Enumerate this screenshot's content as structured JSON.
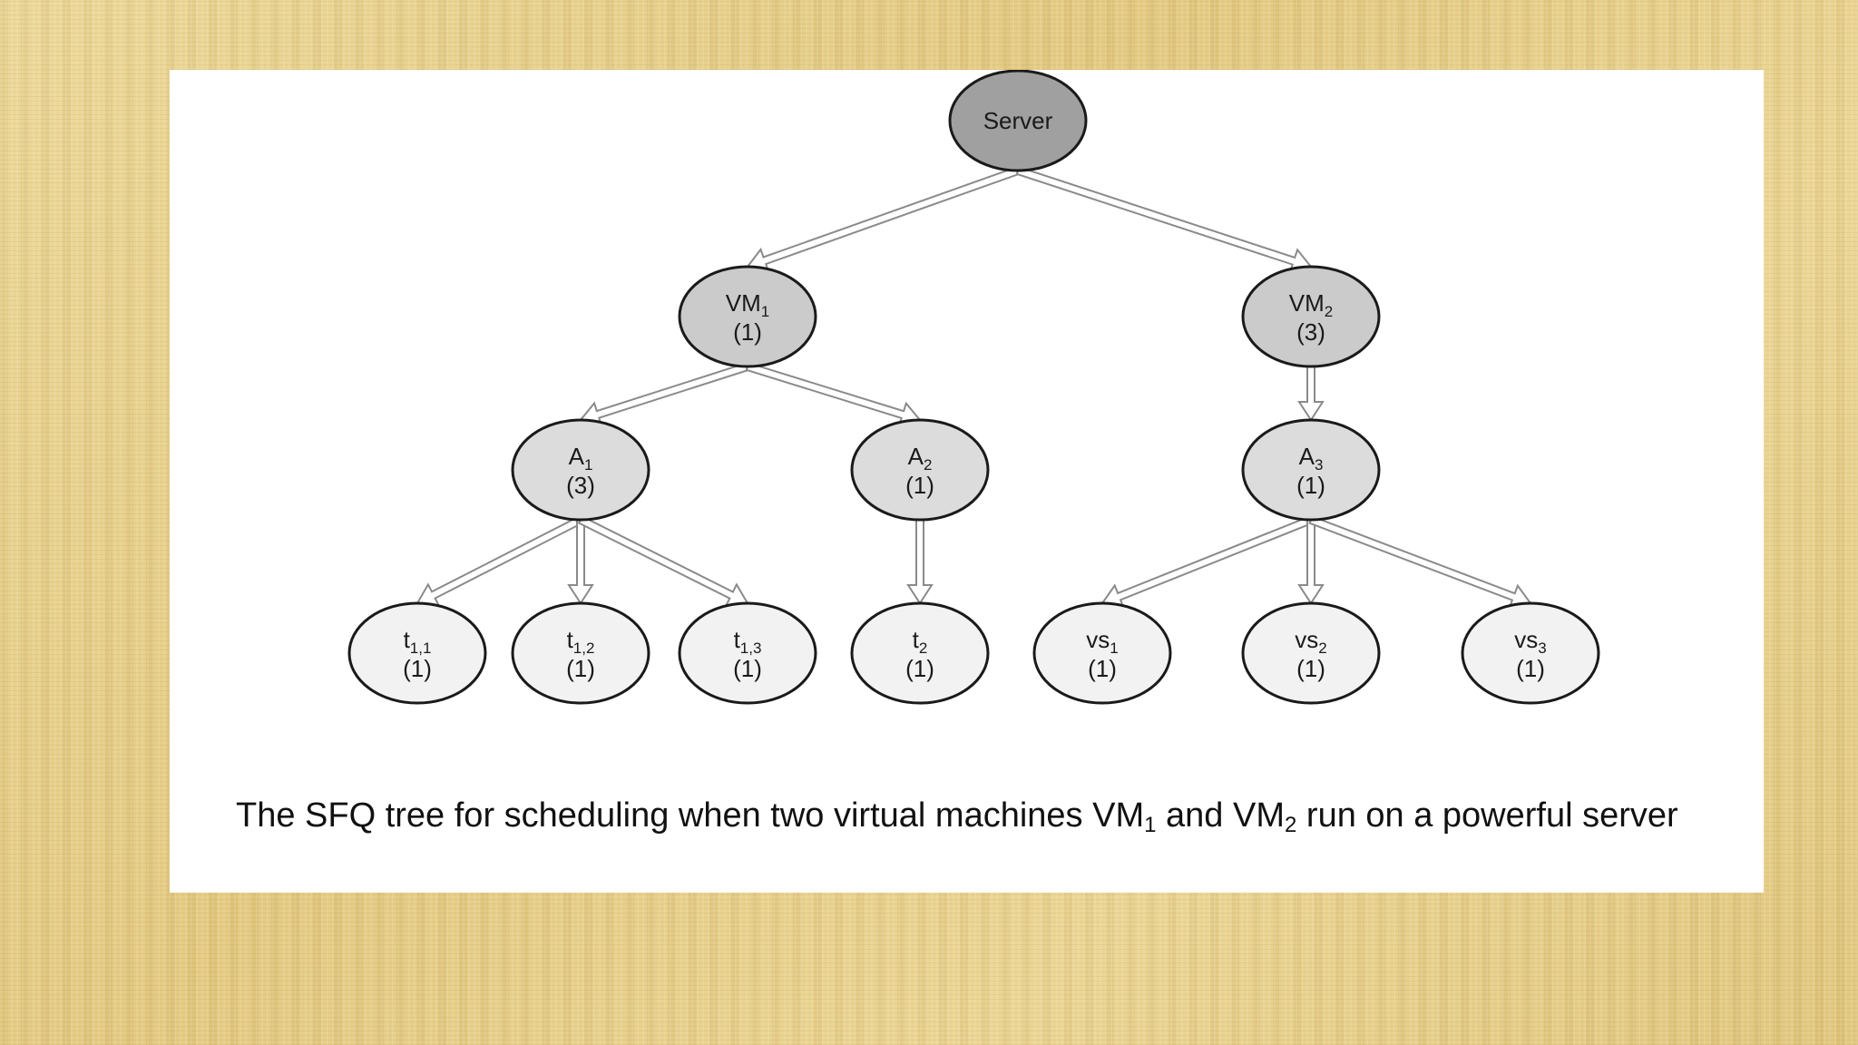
{
  "nodes": [
    {
      "id": "server",
      "name": "Server",
      "weight": "",
      "fill": "#a0a0a0"
    },
    {
      "id": "vm1",
      "name": "VM",
      "sub": "1",
      "weight": "(1)",
      "fill": "#cbcbcb"
    },
    {
      "id": "vm2",
      "name": "VM",
      "sub": "2",
      "weight": "(3)",
      "fill": "#cbcbcb"
    },
    {
      "id": "a1",
      "name": "A",
      "sub": "1",
      "weight": "(3)",
      "fill": "#dcdcdc"
    },
    {
      "id": "a2",
      "name": "A",
      "sub": "2",
      "weight": "(1)",
      "fill": "#dcdcdc"
    },
    {
      "id": "a3",
      "name": "A",
      "sub": "3",
      "weight": "(1)",
      "fill": "#dcdcdc"
    },
    {
      "id": "t11",
      "name": "t",
      "sub": "1,1",
      "weight": "(1)",
      "fill": "#f2f2f2"
    },
    {
      "id": "t12",
      "name": "t",
      "sub": "1,2",
      "weight": "(1)",
      "fill": "#f2f2f2"
    },
    {
      "id": "t13",
      "name": "t",
      "sub": "1,3",
      "weight": "(1)",
      "fill": "#f2f2f2"
    },
    {
      "id": "t2",
      "name": "t",
      "sub": "2",
      "weight": "(1)",
      "fill": "#f2f2f2"
    },
    {
      "id": "vs1",
      "name": "vs",
      "sub": "1",
      "weight": "(1)",
      "fill": "#f2f2f2"
    },
    {
      "id": "vs2",
      "name": "vs",
      "sub": "2",
      "weight": "(1)",
      "fill": "#f2f2f2"
    },
    {
      "id": "vs3",
      "name": "vs",
      "sub": "3",
      "weight": "(1)",
      "fill": "#f2f2f2"
    }
  ],
  "edges": [
    {
      "from": "server",
      "to": "vm1"
    },
    {
      "from": "server",
      "to": "vm2"
    },
    {
      "from": "vm1",
      "to": "a1"
    },
    {
      "from": "vm1",
      "to": "a2"
    },
    {
      "from": "vm2",
      "to": "a3"
    },
    {
      "from": "a1",
      "to": "t11"
    },
    {
      "from": "a1",
      "to": "t12"
    },
    {
      "from": "a1",
      "to": "t13"
    },
    {
      "from": "a2",
      "to": "t2"
    },
    {
      "from": "a3",
      "to": "vs1"
    },
    {
      "from": "a3",
      "to": "vs2"
    },
    {
      "from": "a3",
      "to": "vs3"
    }
  ],
  "caption": {
    "part1": "The SFQ tree for scheduling when two virtual machines VM",
    "sub1": "1",
    "part2": " and VM",
    "sub2": "2",
    "part3": " run on a powerful server"
  },
  "colors": {
    "background": "#e8d38f",
    "slide": "#ffffff",
    "stroke": "#1a1a1a",
    "arrow_fill": "#ffffff",
    "arrow_stroke": "#8a8a8a"
  }
}
